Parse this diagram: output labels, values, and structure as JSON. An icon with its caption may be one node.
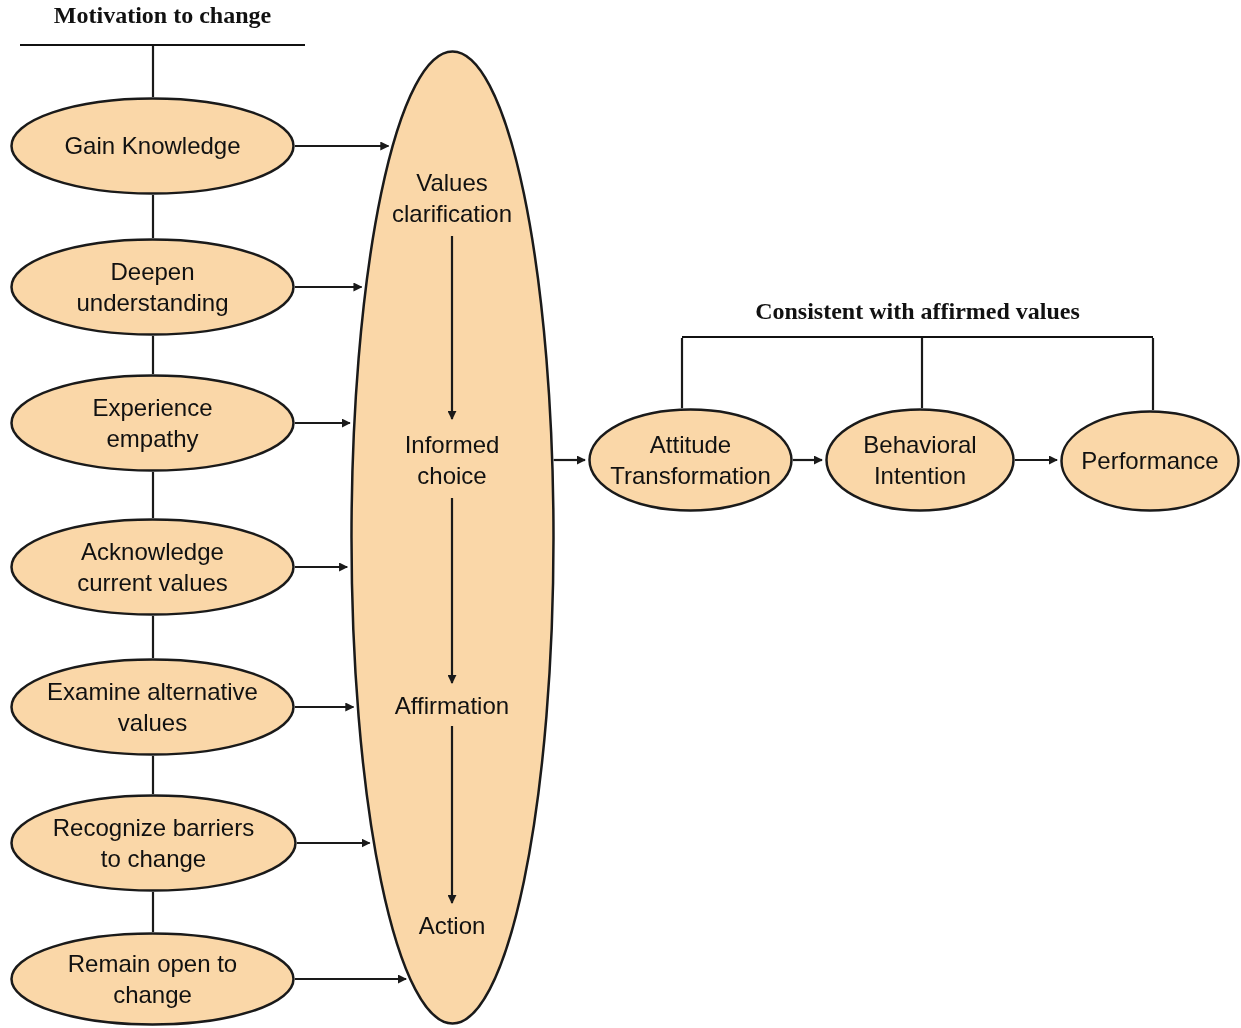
{
  "diagram": {
    "nodes": [
      {
        "text": [
          "Motivation to change"
        ]
      },
      {
        "text": [
          "Gain Knowledge"
        ]
      },
      {
        "text": [
          "Deepen understanding"
        ]
      },
      {
        "text": [
          "Experience empathy"
        ]
      },
      {
        "text": [
          "Acknowledge current values"
        ]
      },
      {
        "text": [
          "Examine alternative values"
        ]
      },
      {
        "text": [
          "Recognize barriers to change"
        ]
      },
      {
        "text": [
          "Remain open to change"
        ]
      },
      {
        "text": [],
        "shape": "ellipse"
      },
      {
        "text": [
          "Values clarification"
        ],
        "in": 8
      },
      {
        "text": [
          "Informed choice"
        ],
        "in": 8
      },
      {
        "text": [
          "Affirmation"
        ],
        "in": 8
      },
      {
        "text": [
          "Action"
        ],
        "in": 8
      },
      {
        "text": [
          "Consistent with affirmed values"
        ]
      },
      {
        "text": [
          "Attitude Transformation"
        ]
      },
      {
        "text": [
          "Behavioral Intention"
        ]
      },
      {
        "text": [
          "Performance"
        ]
      }
    ],
    "edges": [
      {
        "from": 0,
        "to": 1,
        "arrow": "none"
      },
      {
        "from": 1,
        "to": 2,
        "arrow": "none"
      },
      {
        "from": 2,
        "to": 3,
        "arrow": "none"
      },
      {
        "from": 3,
        "to": 4,
        "arrow": "none"
      },
      {
        "from": 4,
        "to": 5,
        "arrow": "none"
      },
      {
        "from": 5,
        "to": 6,
        "arrow": "none"
      },
      {
        "from": 6,
        "to": 7,
        "arrow": "none"
      },
      {
        "from": 1,
        "to": 8,
        "arrow": "to"
      },
      {
        "from": 2,
        "to": 8,
        "arrow": "to"
      },
      {
        "from": 3,
        "to": 8,
        "arrow": "to"
      },
      {
        "from": 4,
        "to": 8,
        "arrow": "to"
      },
      {
        "from": 5,
        "to": 8,
        "arrow": "to"
      },
      {
        "from": 6,
        "to": 8,
        "arrow": "to"
      },
      {
        "from": 7,
        "to": 8,
        "arrow": "to"
      },
      {
        "from": 9,
        "to": 10,
        "arrow": "to"
      },
      {
        "from": 10,
        "to": 11,
        "arrow": "to"
      },
      {
        "from": 11,
        "to": 12,
        "arrow": "to"
      },
      {
        "from": 8,
        "to": 14,
        "arrow": "to"
      },
      {
        "from": 14,
        "to": 15,
        "arrow": "to"
      },
      {
        "from": 15,
        "to": 16,
        "arrow": "to"
      },
      {
        "from": 13,
        "to": 14,
        "arrow": "none"
      },
      {
        "from": 13,
        "to": 15,
        "arrow": "none"
      },
      {
        "from": 13,
        "to": 16,
        "arrow": "none"
      }
    ]
  }
}
